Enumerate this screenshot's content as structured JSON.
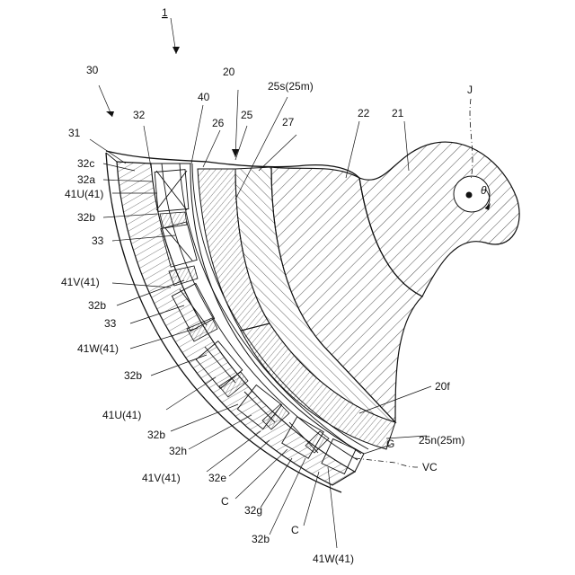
{
  "figure_number": "1",
  "labels": {
    "l30": "30",
    "l20": "20",
    "l25s": "25s(25m)",
    "l40": "40",
    "l25": "25",
    "l26": "26",
    "l27": "27",
    "l22": "22",
    "l21": "21",
    "lJ": "J",
    "l32": "32",
    "l31": "31",
    "l32c": "32c",
    "l32a": "32a",
    "l41U_top": "41U(41)",
    "l32b_1": "32b",
    "l33_1": "33",
    "l41V_1": "41V(41)",
    "l32b_2": "32b",
    "l33_2": "33",
    "l41W_1": "41W(41)",
    "l32b_3": "32b",
    "l41U_2": "41U(41)",
    "l32b_4": "32b",
    "l32h": "32h",
    "l41V_2": "41V(41)",
    "l32e": "32e",
    "lC_1": "C",
    "l32g": "32g",
    "l32b_5": "32b",
    "lC_2": "C",
    "l41W_2": "41W(41)",
    "l20f": "20f",
    "l25n": "25n(25m)",
    "lG": "G",
    "lVC": "VC",
    "ltheta": "θ"
  }
}
